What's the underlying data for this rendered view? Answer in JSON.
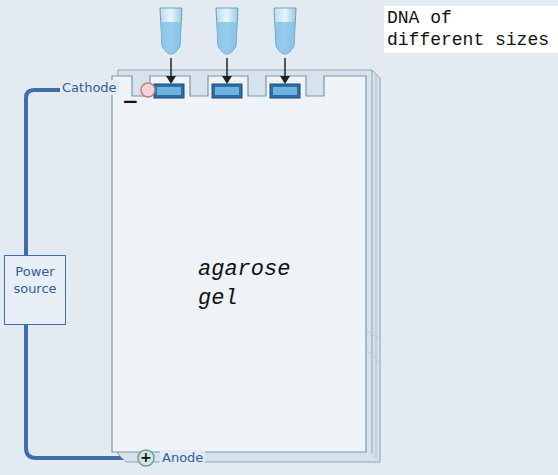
{
  "diagram": {
    "nodes": [
      {
        "text": [
          "Power source"
        ]
      },
      {
        "text": [
          "agarose gel"
        ]
      }
    ],
    "labels": [
      "DNA of different sizes",
      "Cathode",
      "−",
      "+",
      "Anode"
    ]
  }
}
